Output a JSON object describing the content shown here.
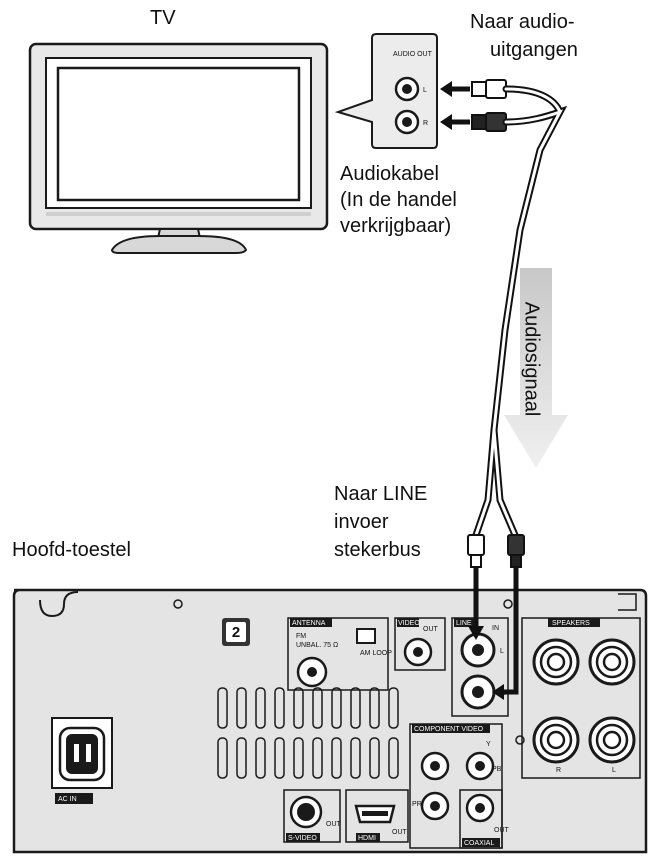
{
  "labels": {
    "tv": "TV",
    "audio_out_1": "Naar audio-",
    "audio_out_2": "uitgangen",
    "cable_1": "Audiokabel",
    "cable_2": "(In de handel",
    "cable_3": "verkrijgbaar)",
    "signal": "Audiosignaal",
    "line_1": "Naar LINE",
    "line_2": "invoer",
    "line_3": "stekerbus",
    "main_unit": "Hoofd-toestel"
  },
  "panel_text": {
    "audio_out": "AUDIO OUT",
    "l": "L",
    "r": "R",
    "antenna": "ANTENNA",
    "fm": "FM",
    "fm_unbal": "UNBAL. 75 Ω",
    "am_loop": "AM LOOP",
    "video": "VIDEO",
    "out": "OUT",
    "line": "LINE",
    "in": "IN",
    "speakers": "SPEAKERS",
    "component_video": "COMPONENT VIDEO",
    "y": "Y",
    "pb": "PB",
    "pr": "PR",
    "coaxial": "COAXIAL",
    "s_video": "S-VIDEO",
    "hdmi": "HDMI",
    "ac_in": "AC IN",
    "badge": "2"
  },
  "colors": {
    "panel": "#e4e4e4",
    "outline": "#1a1a1a",
    "arrow_gradient_top": "#d0d0d0",
    "arrow_gradient_bottom": "#efefef"
  }
}
